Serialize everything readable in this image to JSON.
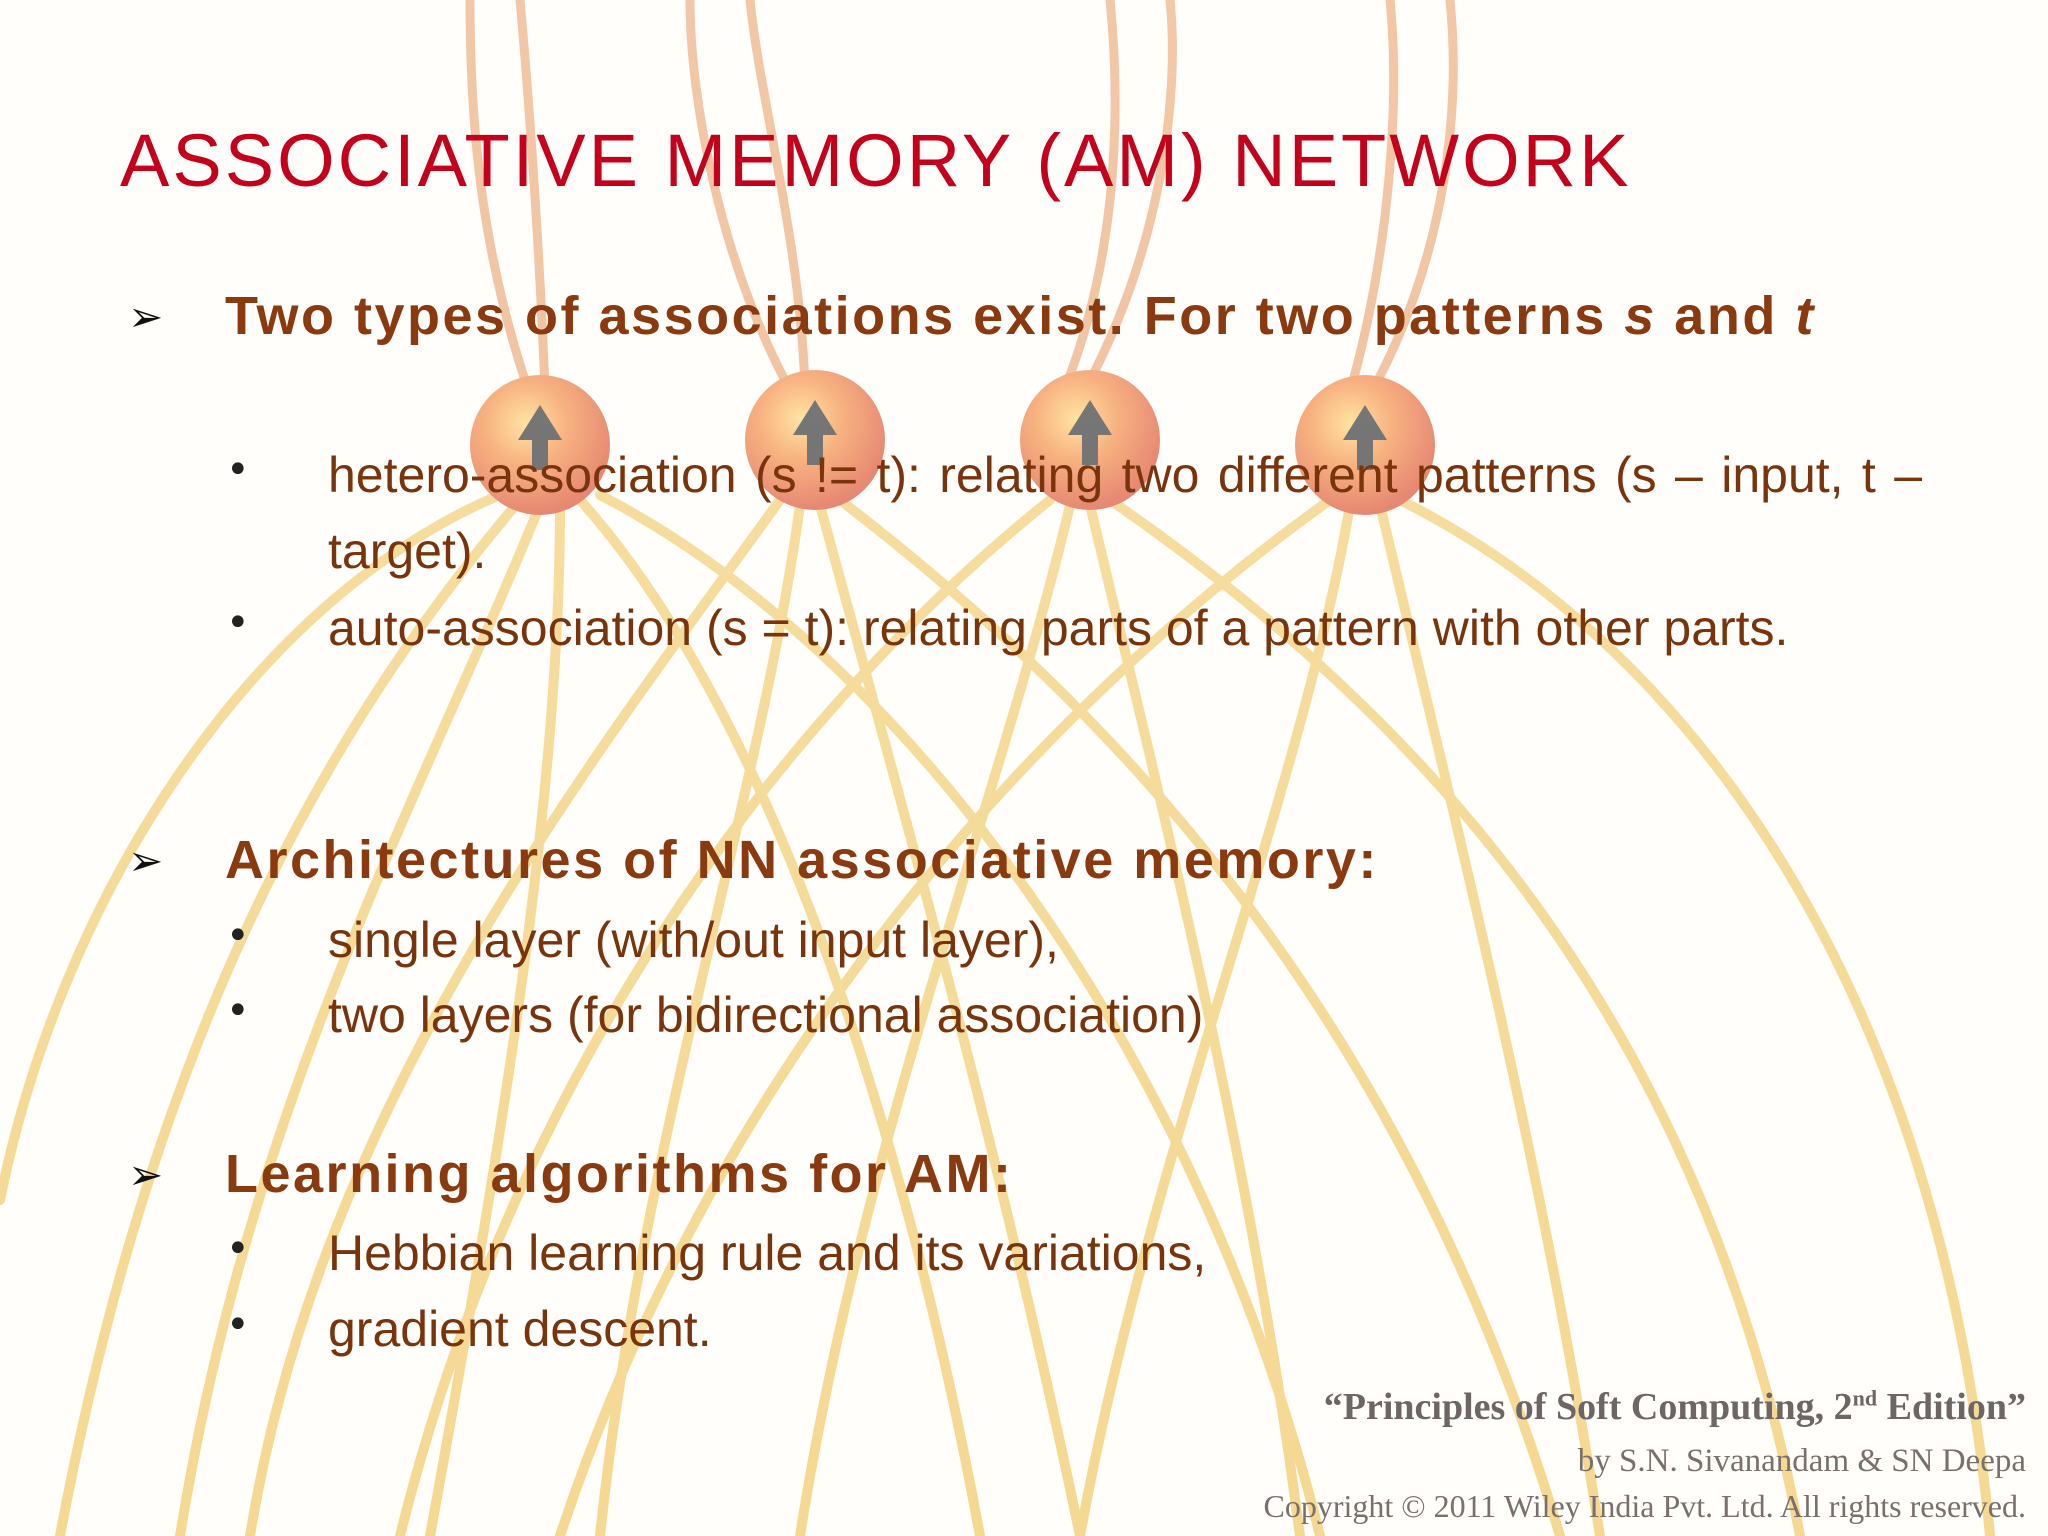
{
  "slide": {
    "title": "ASSOCIATIVE MEMORY (AM) NETWORK",
    "bullet_symbol": "➢",
    "dot_symbol": "•",
    "sections": [
      {
        "heading_prefix": "Two types of associations exist. For two patterns ",
        "heading_var1": "s",
        "heading_mid": " and ",
        "heading_var2": "t",
        "items": [
          "hetero-association (s != t): relating two different patterns (s – input, t – target).",
          "auto-association (s = t): relating parts of a pattern with other parts."
        ]
      },
      {
        "heading": "Architectures of  NN associative memory:",
        "items": [
          "single layer (with/out input layer),",
          "two layers (for bidirectional  association)"
        ]
      },
      {
        "heading": "Learning algorithms for AM:",
        "items": [
          "Hebbian learning rule and its variations,",
          "gradient descent."
        ]
      }
    ],
    "footer": {
      "book_open": "“Principles of Soft Computing, 2",
      "book_sup": "nd",
      "book_close": " Edition”",
      "authors": "by S.N. Sivanandam & SN Deepa",
      "copyright": "Copyright © 2011 Wiley India Pvt. Ltd.  All rights reserved."
    },
    "colors": {
      "title": "#c4001a",
      "heading": "#8a3a0e",
      "body": "#7a340c",
      "fiber_top": "#e0782a",
      "fiber_bottom": "#e9b62c",
      "neuron": "#f0561c"
    }
  }
}
